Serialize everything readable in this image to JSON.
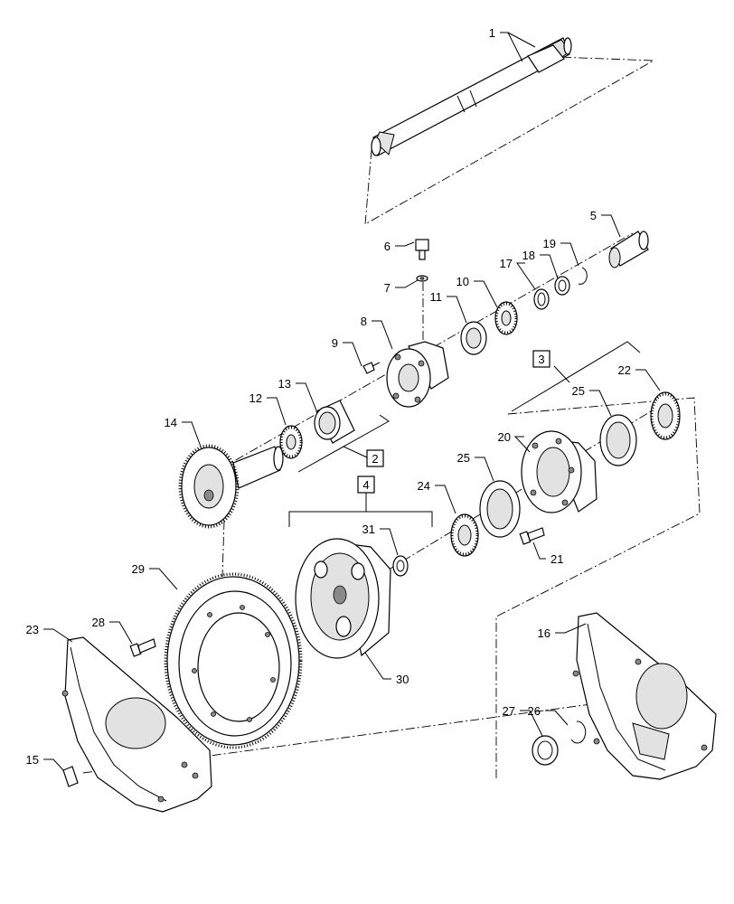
{
  "callouts": [
    {
      "id": "c1",
      "text": "1"
    },
    {
      "id": "c2",
      "text": "2"
    },
    {
      "id": "c3",
      "text": "3"
    },
    {
      "id": "c4",
      "text": "4"
    },
    {
      "id": "c5",
      "text": "5"
    },
    {
      "id": "c6",
      "text": "6"
    },
    {
      "id": "c7",
      "text": "7"
    },
    {
      "id": "c8",
      "text": "8"
    },
    {
      "id": "c9",
      "text": "9"
    },
    {
      "id": "c10",
      "text": "10"
    },
    {
      "id": "c11",
      "text": "11"
    },
    {
      "id": "c12",
      "text": "12"
    },
    {
      "id": "c13",
      "text": "13"
    },
    {
      "id": "c14",
      "text": "14"
    },
    {
      "id": "c15",
      "text": "15"
    },
    {
      "id": "c16",
      "text": "16"
    },
    {
      "id": "c17",
      "text": "17"
    },
    {
      "id": "c18",
      "text": "18"
    },
    {
      "id": "c19",
      "text": "19"
    },
    {
      "id": "c20",
      "text": "20"
    },
    {
      "id": "c21",
      "text": "21"
    },
    {
      "id": "c22",
      "text": "22"
    },
    {
      "id": "c23",
      "text": "23"
    },
    {
      "id": "c24",
      "text": "24"
    },
    {
      "id": "c25a",
      "text": "25"
    },
    {
      "id": "c25b",
      "text": "25"
    },
    {
      "id": "c26",
      "text": "26"
    },
    {
      "id": "c27",
      "text": "27"
    },
    {
      "id": "c28",
      "text": "28"
    },
    {
      "id": "c29",
      "text": "29"
    },
    {
      "id": "c30",
      "text": "30"
    },
    {
      "id": "c31",
      "text": "31"
    }
  ],
  "boxed_callouts": [
    {
      "id": "b2",
      "text": "2"
    },
    {
      "id": "b3",
      "text": "3"
    },
    {
      "id": "b4",
      "text": "4"
    }
  ]
}
